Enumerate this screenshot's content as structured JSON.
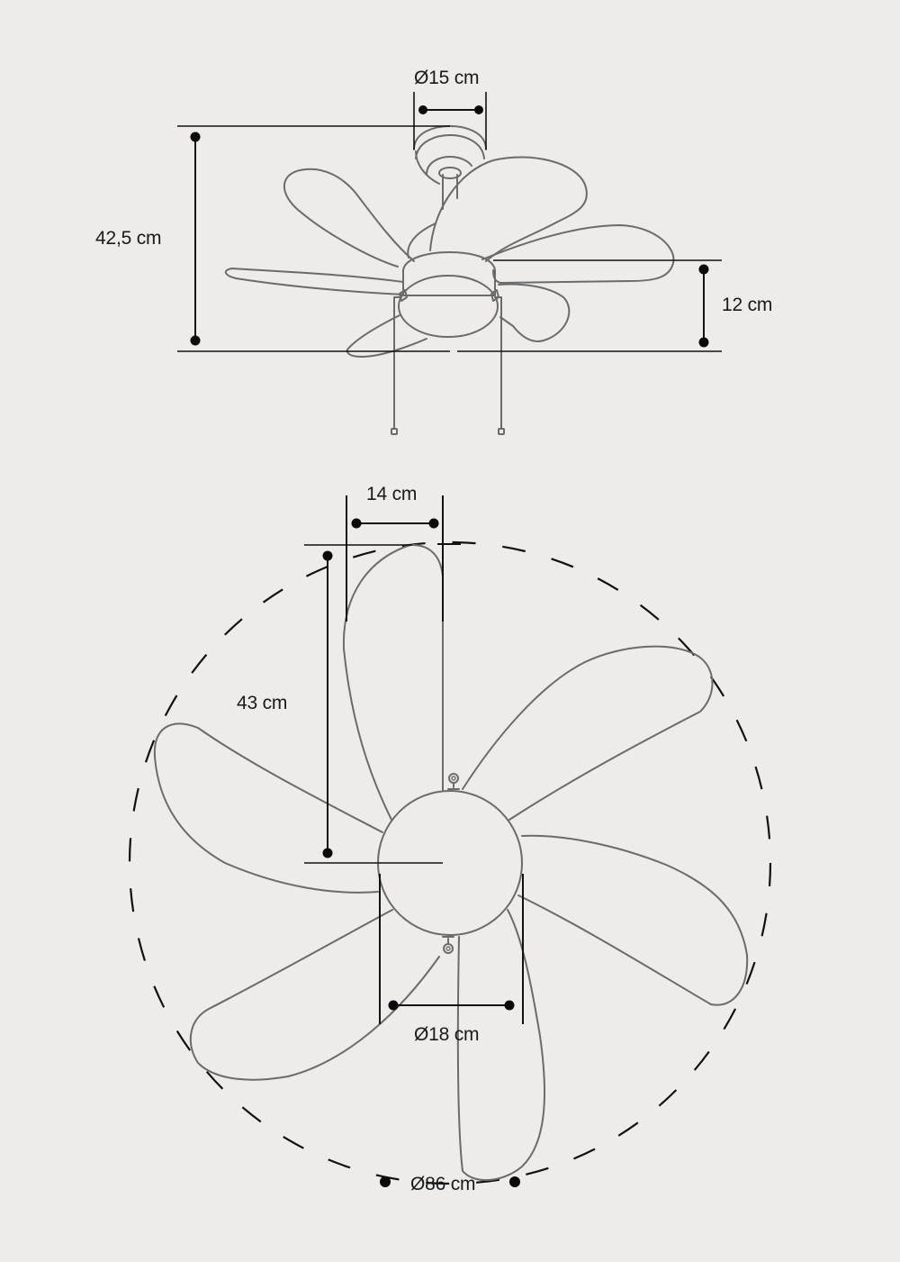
{
  "diagram": {
    "subject": "ceiling-fan-dimensions",
    "background_color": "#eeecea",
    "line_color": "#6b6b6b",
    "dimension_color": "#111111",
    "side_view": {
      "labels": {
        "canopy_diameter": "Ø15 cm",
        "total_height": "42,5 cm",
        "light_height": "12 cm"
      },
      "blade_count": 6,
      "pull_chains": 2
    },
    "bottom_view": {
      "labels": {
        "blade_width": "14 cm",
        "blade_length": "43 cm",
        "hub_diameter": "Ø18 cm",
        "total_diameter": "Ø86 cm"
      },
      "blade_count": 6
    }
  }
}
